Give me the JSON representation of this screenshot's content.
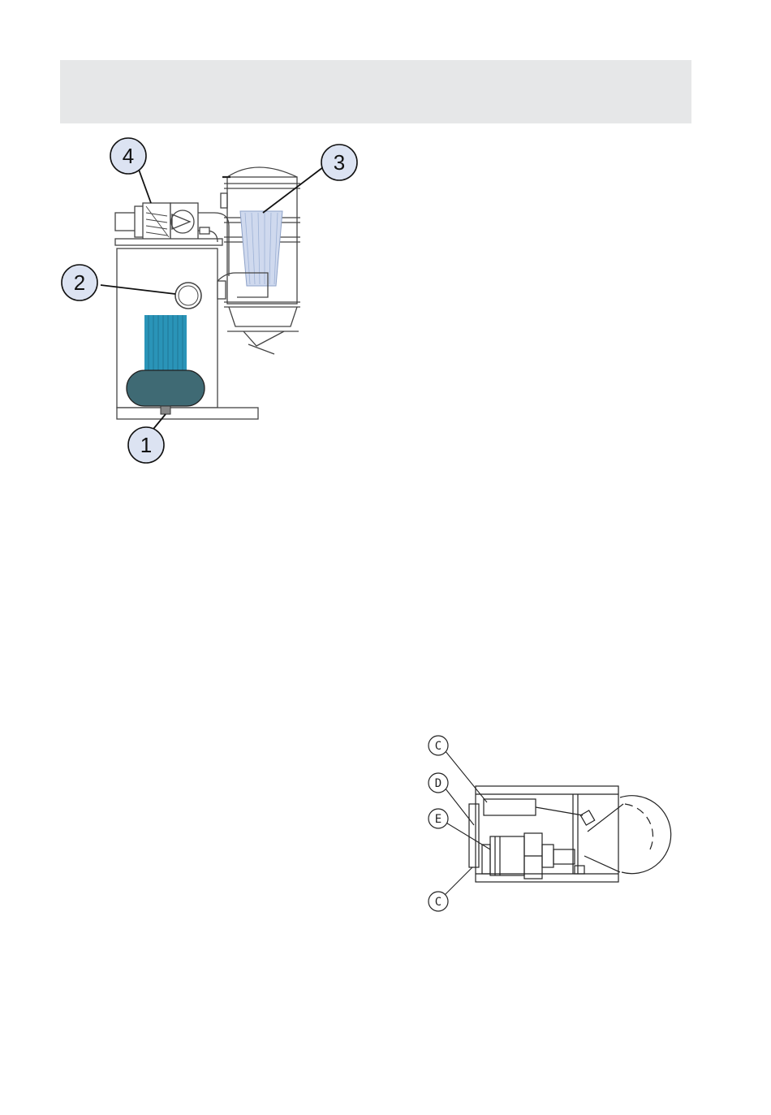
{
  "header": {
    "text": ""
  },
  "figure1": {
    "callouts": [
      {
        "id": "1",
        "label": "1"
      },
      {
        "id": "2",
        "label": "2"
      },
      {
        "id": "3",
        "label": "3"
      },
      {
        "id": "4",
        "label": "4"
      }
    ]
  },
  "figure2": {
    "callouts": [
      {
        "id": "c-top",
        "label": "C"
      },
      {
        "id": "d",
        "label": "D"
      },
      {
        "id": "e",
        "label": "E"
      },
      {
        "id": "c-bottom",
        "label": "C"
      }
    ]
  },
  "colors": {
    "header_band": "#e6e7e8",
    "callout_fill": "#dce3f2",
    "filter_blue": "#2a94b8",
    "drum_dark": "#3f6a74",
    "cartridge_light": "#cfd9ee"
  }
}
